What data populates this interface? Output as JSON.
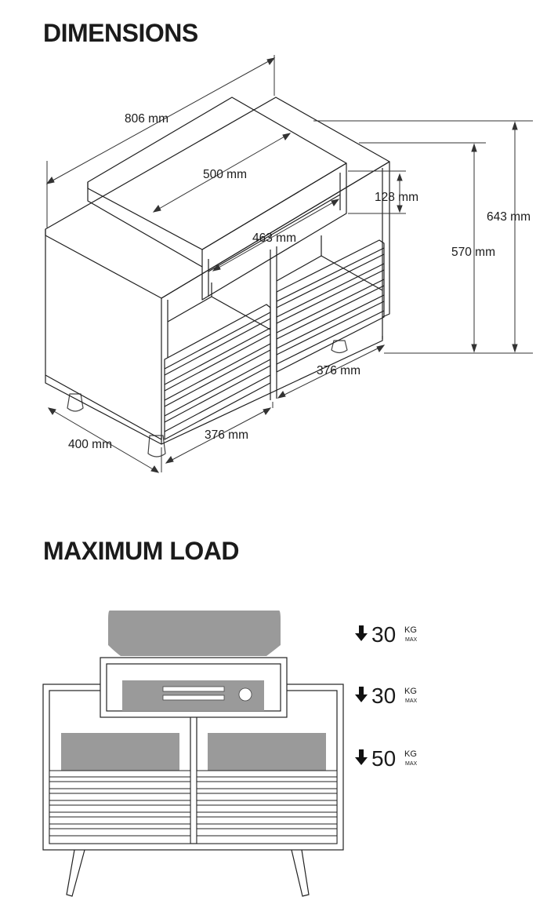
{
  "sections": {
    "dimensions_title": "DIMENSIONS",
    "max_load_title": "MAXIMUM LOAD"
  },
  "dimensions": {
    "width_total": "806 mm",
    "top_shelf_width": "500 mm",
    "shelf_inner_width": "463 mm",
    "shelf_height": "128 mm",
    "total_height": "643 mm",
    "body_height": "570 mm",
    "compartment_width_right": "376 mm",
    "compartment_width_left": "376 mm",
    "depth": "400 mm"
  },
  "loads": [
    {
      "value": "30",
      "unit": "KG",
      "qualifier": "MAX"
    },
    {
      "value": "30",
      "unit": "KG",
      "qualifier": "MAX"
    },
    {
      "value": "50",
      "unit": "KG",
      "qualifier": "MAX"
    }
  ],
  "colors": {
    "line": "#1f1f1f",
    "dim_line": "#333333",
    "load_object": "#9a9a9a",
    "outline": "#222222"
  },
  "icons": {
    "load_arrow": "arrow-down-icon"
  }
}
